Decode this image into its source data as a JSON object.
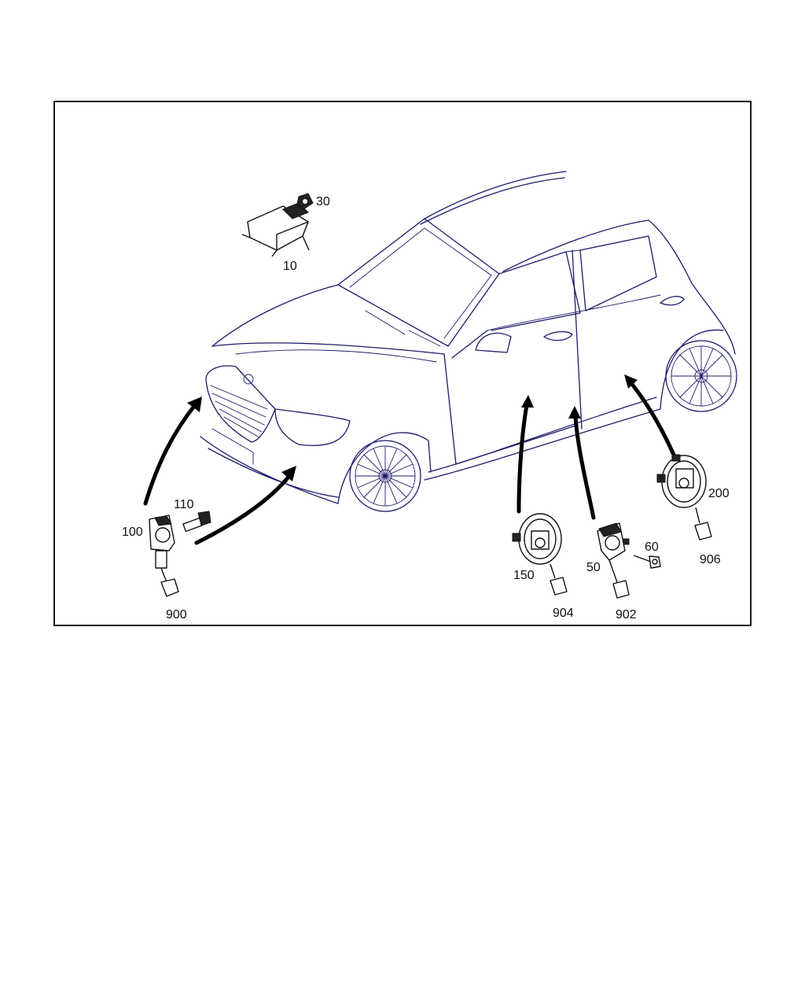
{
  "diagram": {
    "callouts": {
      "p10": "10",
      "p30": "30",
      "p50": "50",
      "p60": "60",
      "p100": "100",
      "p110": "110",
      "p150": "150",
      "p200": "200",
      "p900": "900",
      "p902": "902",
      "p904": "904",
      "p906": "906"
    },
    "colors": {
      "vehicle_line": "#1c1c6b",
      "part_line": "#111111",
      "frame": "#1a1a1a"
    }
  }
}
